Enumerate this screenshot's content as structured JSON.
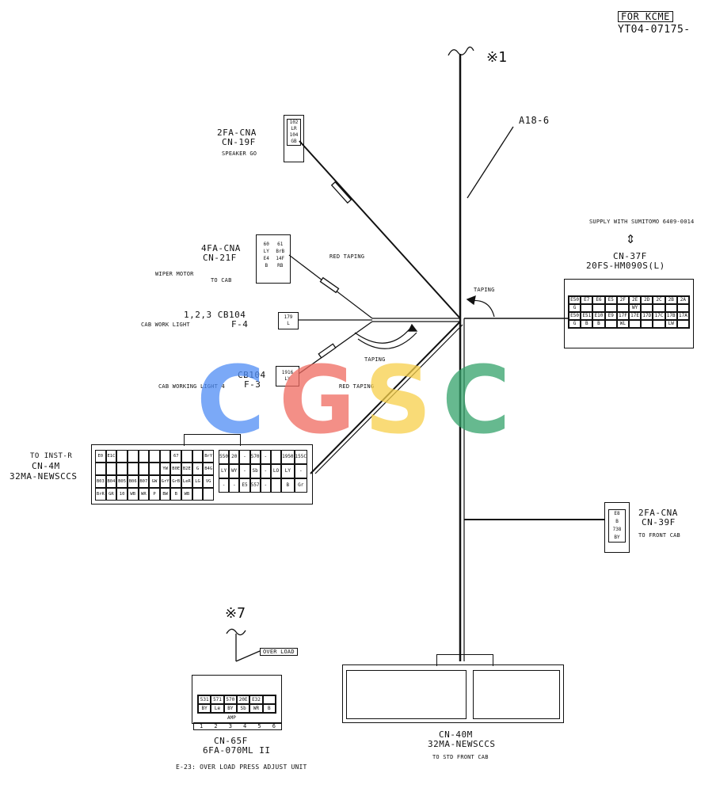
{
  "header": {
    "tag": "FOR KCME",
    "code": "YT04-07175-"
  },
  "refs": {
    "x1": "※1",
    "x7": "※7",
    "trunk": "A18-6"
  },
  "connectors": {
    "cn19f": {
      "line1": "2FA-CNA",
      "line2": "CN-19F",
      "sub": "SPEAKER GO",
      "pins": [
        "102",
        "LR",
        "104",
        "GB"
      ]
    },
    "cn21f": {
      "line1": "4FA-CNA",
      "line2": "CN-21F",
      "desc": "WIPER MOTOR",
      "sub": "TO CAB",
      "pins": [
        "60",
        "61",
        "LY",
        "BrB",
        "E4",
        "14F",
        "B",
        "RB"
      ]
    },
    "cb104_f4": {
      "line1": "1,2,3 CB104",
      "line2": "F-4",
      "desc": "CAB WORK LIGHT",
      "pins": [
        "179",
        "L"
      ]
    },
    "cb104_f3": {
      "line1": "CB104",
      "line2": "F-3",
      "desc": "CAB WORKING LIGHT 4",
      "pins": [
        "1916",
        "LY"
      ]
    },
    "cn37f": {
      "supply": "SUPPLY WITH SUMITOMO 6409-0014",
      "arrow": "⇕",
      "line1": "CN-37F",
      "line2": "20FS-HM090S(L)",
      "row1": [
        "E50",
        "E7",
        "E6",
        "E5",
        "2F",
        "2E",
        "2D",
        "2C",
        "2B",
        "2A"
      ],
      "row2": [
        "G",
        "",
        "",
        "",
        "",
        "WY",
        "",
        "",
        "",
        ""
      ],
      "row3": [
        "E50",
        "E51",
        "E10",
        "E9",
        "17F",
        "17E",
        "17D",
        "17C",
        "17B",
        "17A"
      ],
      "row4": [
        "G",
        "B",
        "B",
        "",
        "WL",
        "",
        "",
        "",
        "LW",
        ""
      ]
    },
    "cn4m": {
      "line1": "TO INST-R",
      "line2": "CN-4M",
      "line3": "32MA-NEWSCCS",
      "left": [
        "E0",
        "E1C",
        "",
        "",
        "",
        "",
        "",
        "67",
        "",
        "",
        "BrY",
        "",
        "",
        "",
        "",
        "",
        "",
        "YW",
        "B0E",
        "B2E",
        "G",
        "B4G",
        "B03",
        "B04",
        "B05",
        "B06",
        "B07",
        "GW",
        "GrY",
        "GrB",
        "LeR",
        "LG",
        "VG",
        "BrR",
        "GR",
        "10",
        "WB",
        "WR",
        "P",
        "BW",
        "B",
        "WB",
        "",
        ""
      ],
      "right": [
        "550",
        "20",
        "-",
        "570",
        "-",
        "",
        "1950",
        "155C",
        "LY",
        "WY",
        "-",
        "Sb",
        "-",
        "LO",
        "LY",
        "-",
        "-",
        "-",
        "E5",
        "557",
        "-",
        "",
        "B",
        "Gr"
      ]
    },
    "cn39f": {
      "line1": "2FA-CNA",
      "line2": "CN-39F",
      "sub": "TO FRONT CAB",
      "pins": [
        "E8",
        "B",
        "738",
        "BY"
      ]
    },
    "cn65f": {
      "line1": "CN-65F",
      "line2": "6FA-070ML II",
      "desc": "E-23: OVER LOAD PRESS ADJUST UNIT",
      "tag": "OVER LOAD",
      "amp": "AMP",
      "pins": [
        "531",
        "571",
        "570",
        "20E",
        "E32",
        "",
        "BY",
        "Le",
        "BY",
        "Sb",
        "WR",
        "B"
      ],
      "nums": [
        "1",
        "2",
        "3",
        "4",
        "5",
        "6"
      ]
    },
    "cn40m": {
      "line1": "CN-40M",
      "line2": "32MA-NEWSCCS",
      "sub": "TO STD FRONT CAB"
    }
  },
  "notes": {
    "red1": "RED TAPING",
    "red2": "RED TAPING",
    "taping1": "TAPING",
    "taping2": "TAPING"
  },
  "watermark": {
    "letters": [
      "C",
      "G",
      "S",
      "C"
    ],
    "colors": [
      "#4f8df5",
      "#ef6a60",
      "#f7d04a",
      "#34a26a"
    ]
  }
}
